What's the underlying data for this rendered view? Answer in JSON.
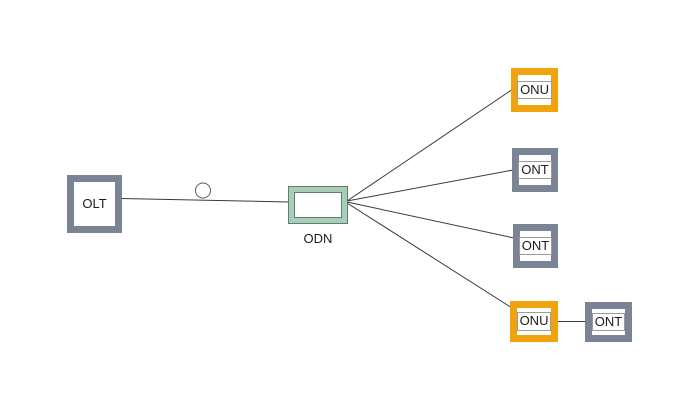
{
  "nodes": {
    "olt": {
      "id": "olt",
      "label": "OLT",
      "style": "slate"
    },
    "odn": {
      "id": "odn",
      "label": "ODN",
      "style": "green-splitter"
    },
    "onu_top": {
      "id": "onu_top",
      "label": "ONU",
      "style": "orange"
    },
    "ont_upper": {
      "id": "ont_upper",
      "label": "ONT",
      "style": "slate"
    },
    "ont_middle": {
      "id": "ont_middle",
      "label": "ONT",
      "style": "slate"
    },
    "onu_bottom": {
      "id": "onu_bottom",
      "label": "ONU",
      "style": "orange"
    },
    "ont_bottom": {
      "id": "ont_bottom",
      "label": "ONT",
      "style": "slate"
    }
  },
  "edges": [
    {
      "from": "olt",
      "to": "odn",
      "marker": "fiber-loop-circle"
    },
    {
      "from": "odn",
      "to": "onu_top"
    },
    {
      "from": "odn",
      "to": "ont_upper"
    },
    {
      "from": "odn",
      "to": "ont_middle"
    },
    {
      "from": "odn",
      "to": "onu_bottom"
    },
    {
      "from": "onu_bottom",
      "to": "ont_bottom"
    }
  ],
  "colors": {
    "background": "#ffffff",
    "slate_border": "#7A8494",
    "orange_border": "#F0A30C",
    "green_fill": "#A8CDB8",
    "green_outline": "#5F7F6E",
    "line_color": "#3a3a3a",
    "circle_stroke": "#5a5a5a",
    "text_color": "#1c1c1c",
    "text_frame": "#9b9b9b"
  }
}
